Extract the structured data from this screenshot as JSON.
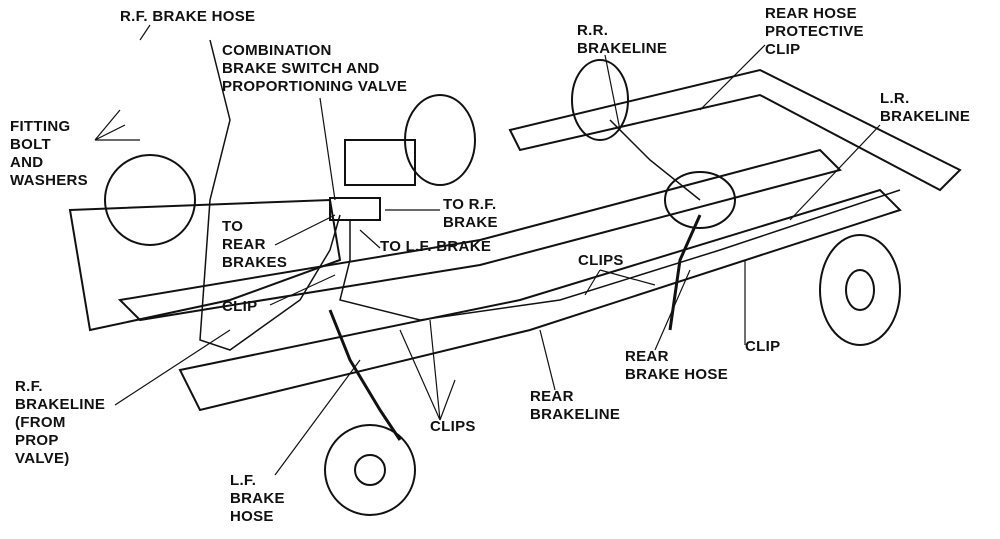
{
  "labels": {
    "rf_brake_hose": [
      "R.F. BRAKE HOSE"
    ],
    "combination_valve": [
      "COMBINATION",
      "BRAKE SWITCH AND",
      "PROPORTIONING VALVE"
    ],
    "rr_brakeline": [
      "R.R.",
      "BRAKELINE"
    ],
    "rear_hose_clip": [
      "REAR HOSE",
      "PROTECTIVE",
      "CLIP"
    ],
    "lr_brakeline": [
      "L.R.",
      "BRAKELINE"
    ],
    "fitting_bolt": [
      "FITTING",
      "BOLT",
      "AND",
      "WASHERS"
    ],
    "to_rf_brake": [
      "TO R.F.",
      "BRAKE"
    ],
    "to_rear_brakes": [
      "TO",
      "REAR",
      "BRAKES"
    ],
    "to_lf_brake": [
      "TO L.F. BRAKE"
    ],
    "clips_upper": [
      "CLIPS"
    ],
    "clip_left": [
      "CLIP"
    ],
    "clip_right": [
      "CLIP"
    ],
    "rear_brake_hose": [
      "REAR",
      "BRAKE HOSE"
    ],
    "rear_brakeline": [
      "REAR",
      "BRAKELINE"
    ],
    "clips_lower": [
      "CLIPS"
    ],
    "rf_brakeline": [
      "R.F.",
      "BRAKELINE",
      "(FROM",
      "PROP",
      "VALVE)"
    ],
    "lf_brake_hose": [
      "L.F.",
      "BRAKE",
      "HOSE"
    ]
  }
}
